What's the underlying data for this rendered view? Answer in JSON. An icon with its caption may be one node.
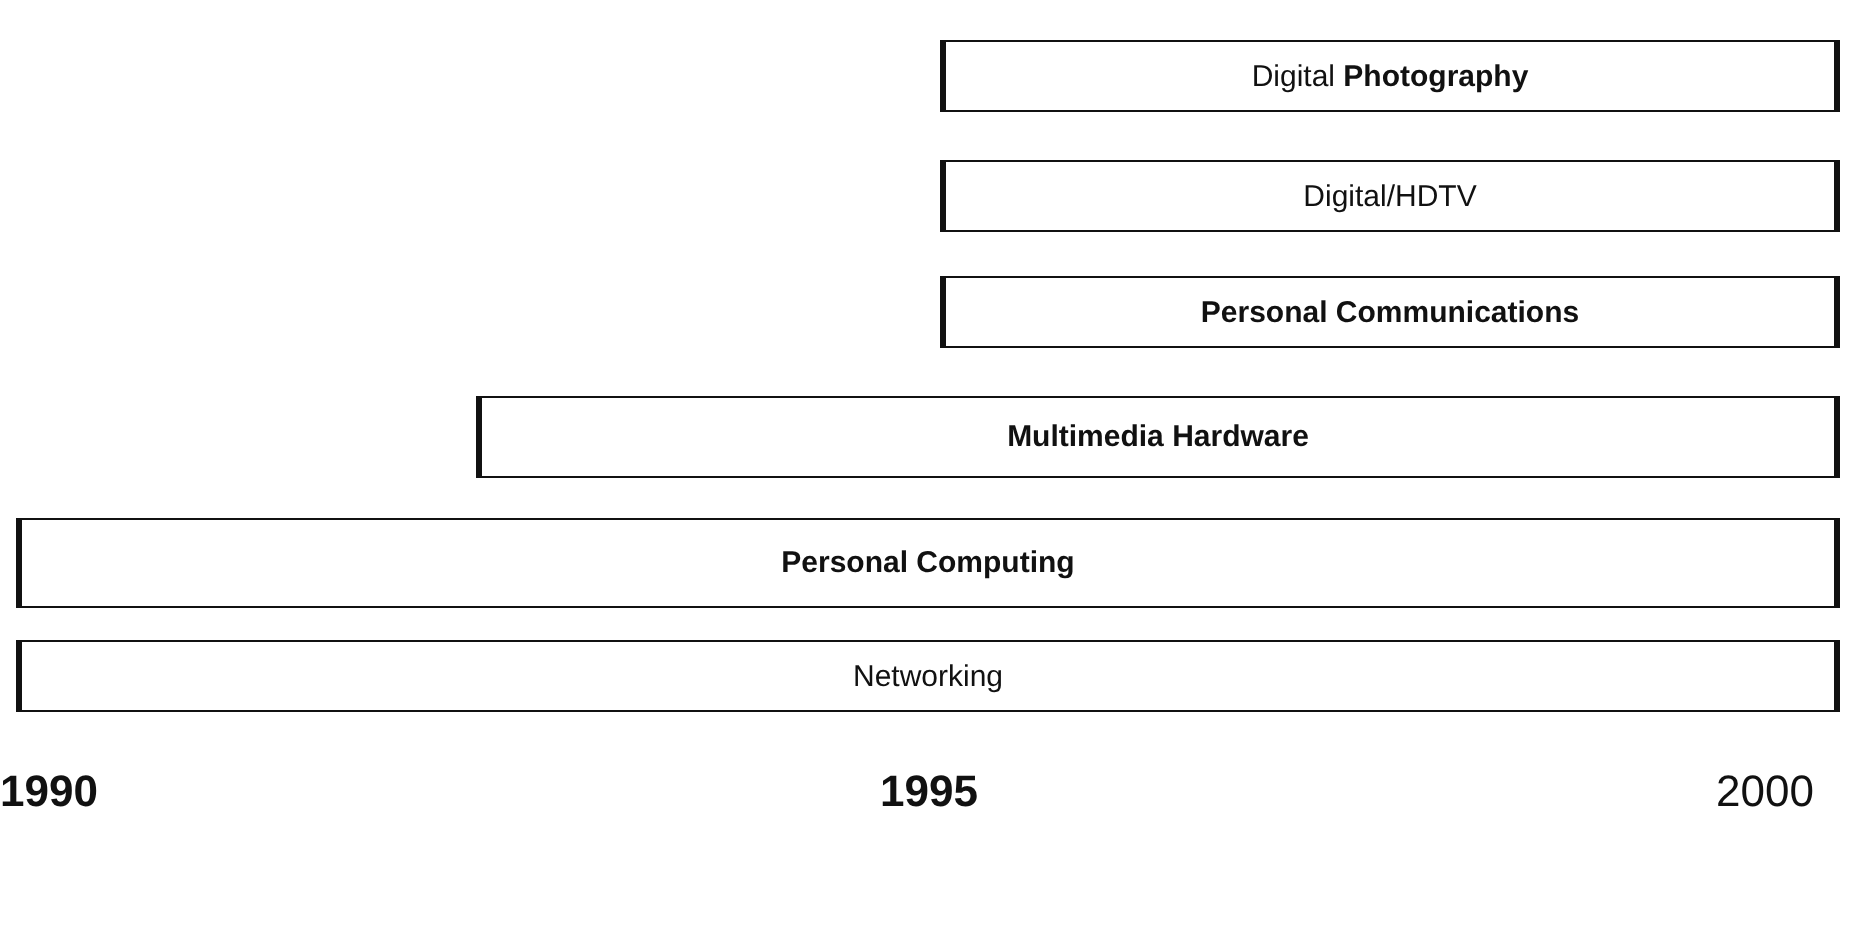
{
  "diagram": {
    "nodes": [
      {
        "text": [
          "Digital **Photography**"
        ]
      },
      {
        "text": [
          "Digital/HDTV"
        ]
      },
      {
        "text": [
          "Personal Communications"
        ]
      },
      {
        "text": [
          "Multimedia Hardware"
        ]
      },
      {
        "text": [
          "Personal Computing"
        ]
      },
      {
        "text": [
          "Networking"
        ]
      }
    ],
    "labels": [
      "1990",
      "1995",
      "2000"
    ]
  }
}
